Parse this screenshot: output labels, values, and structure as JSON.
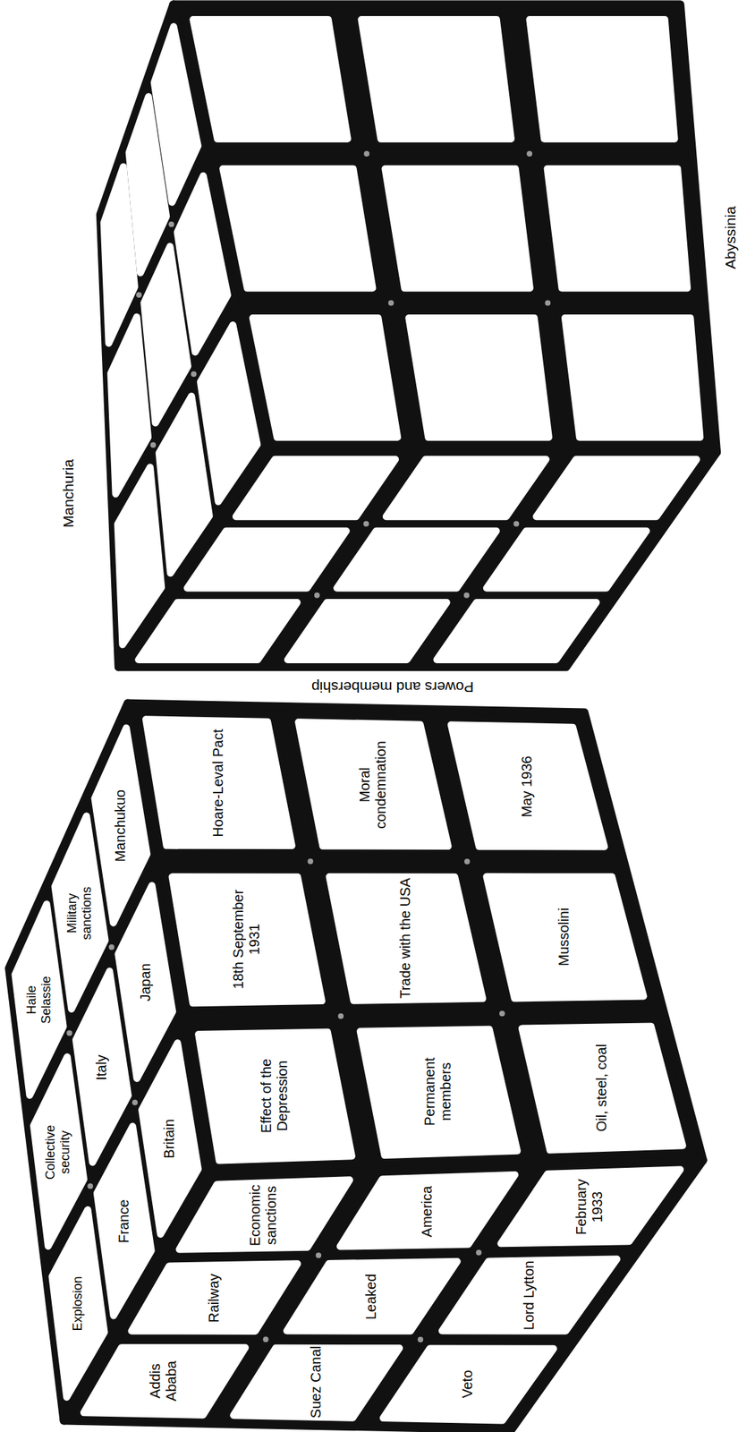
{
  "diagram": {
    "nodes": [
      {
        "text": [
          "Hoare-Leval Pact"
        ]
      },
      {
        "text": [
          "18th September 1931"
        ]
      },
      {
        "text": [
          "Effect of the Depression"
        ]
      },
      {
        "text": [
          "Moral condemnation"
        ]
      },
      {
        "text": [
          "Trade with the USA"
        ]
      },
      {
        "text": [
          "Permanent members"
        ]
      },
      {
        "text": [
          "May 1936"
        ]
      },
      {
        "text": [
          "Mussolini"
        ]
      },
      {
        "text": [
          "Oil, steel, coal"
        ]
      },
      {
        "text": [
          "Manchukuo"
        ]
      },
      {
        "text": [
          "Military sanctions"
        ]
      },
      {
        "text": [
          "Haile Selassie"
        ]
      },
      {
        "text": [
          "Japan"
        ]
      },
      {
        "text": [
          "Italy"
        ]
      },
      {
        "text": [
          "Collective security"
        ]
      },
      {
        "text": [
          "Britain"
        ]
      },
      {
        "text": [
          "France"
        ]
      },
      {
        "text": [
          "Explosion"
        ]
      },
      {
        "text": [
          "Economic sanctions"
        ]
      },
      {
        "text": [
          "Railway"
        ]
      },
      {
        "text": [
          "Addis Ababa"
        ]
      },
      {
        "text": [
          "America"
        ]
      },
      {
        "text": [
          "Leaked"
        ]
      },
      {
        "text": [
          "Suez Canal"
        ]
      },
      {
        "text": [
          "February 1933"
        ]
      },
      {
        "text": [
          "Lord Lytton"
        ]
      },
      {
        "text": [
          "Veto"
        ]
      }
    ],
    "labels": [
      "Manchuria",
      "Abyssinia",
      "Powers and membership"
    ]
  }
}
